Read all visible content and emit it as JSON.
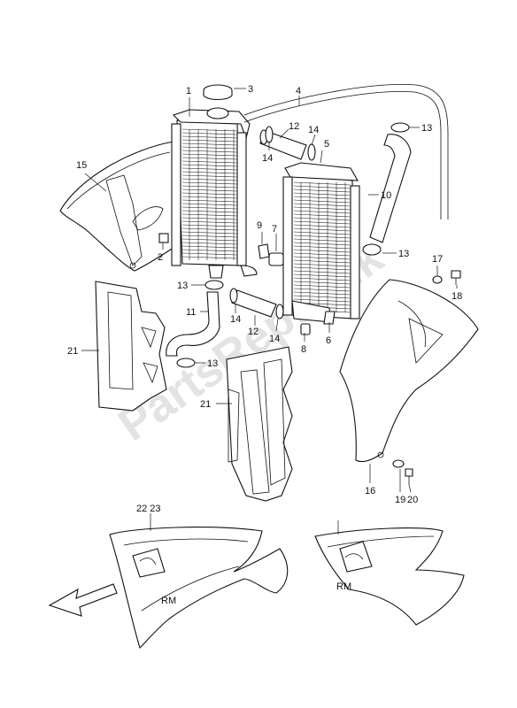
{
  "diagram": {
    "watermark": "PartsRepublik",
    "callouts": [
      {
        "id": "c1",
        "text": "1"
      },
      {
        "id": "c3",
        "text": "3"
      },
      {
        "id": "c4",
        "text": "4"
      },
      {
        "id": "c12a",
        "text": "12"
      },
      {
        "id": "c14a",
        "text": "14"
      },
      {
        "id": "c13a",
        "text": "13"
      },
      {
        "id": "c14b",
        "text": "14"
      },
      {
        "id": "c5",
        "text": "5"
      },
      {
        "id": "c15",
        "text": "15"
      },
      {
        "id": "c10",
        "text": "10"
      },
      {
        "id": "c9",
        "text": "9"
      },
      {
        "id": "c7",
        "text": "7"
      },
      {
        "id": "c2",
        "text": "2"
      },
      {
        "id": "c13b",
        "text": "13"
      },
      {
        "id": "c17",
        "text": "17"
      },
      {
        "id": "c18",
        "text": "18"
      },
      {
        "id": "c13c",
        "text": "13"
      },
      {
        "id": "c11",
        "text": "11"
      },
      {
        "id": "c14c",
        "text": "14"
      },
      {
        "id": "c12b",
        "text": "12"
      },
      {
        "id": "c14d",
        "text": "14"
      },
      {
        "id": "c8",
        "text": "8"
      },
      {
        "id": "c6",
        "text": "6"
      },
      {
        "id": "c21a",
        "text": "21"
      },
      {
        "id": "c13d",
        "text": "13"
      },
      {
        "id": "c21b",
        "text": "21"
      },
      {
        "id": "c16",
        "text": "16"
      },
      {
        "id": "c19",
        "text": "19"
      },
      {
        "id": "c20",
        "text": "20"
      },
      {
        "id": "c2223",
        "text": "22 23"
      }
    ]
  }
}
